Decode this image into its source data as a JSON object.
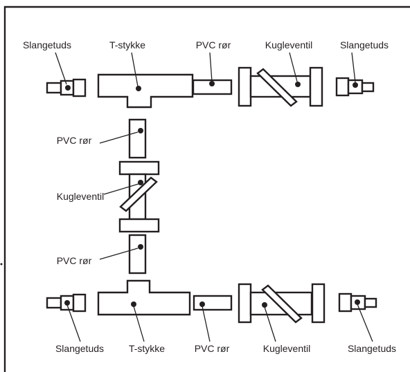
{
  "labels": {
    "top": {
      "slangetuds_left": "Slangetuds",
      "t_stykke": "T-stykke",
      "pvc_ror": "PVC rør",
      "kugleventil": "Kugleventil",
      "slangetuds_right": "Slangetuds"
    },
    "middle": {
      "pvc_ror_upper": "PVC rør",
      "kugleventil": "Kugleventil",
      "pvc_ror_lower": "PVC rør"
    },
    "bottom": {
      "slangetuds_left": "Slangetuds",
      "t_stykke": "T-stykke",
      "pvc_ror": "PVC rør",
      "kugleventil": "Kugleventil",
      "slangetuds_right": "Slangetuds"
    }
  },
  "colors": {
    "line": "#231f20",
    "background": "#ffffff"
  }
}
